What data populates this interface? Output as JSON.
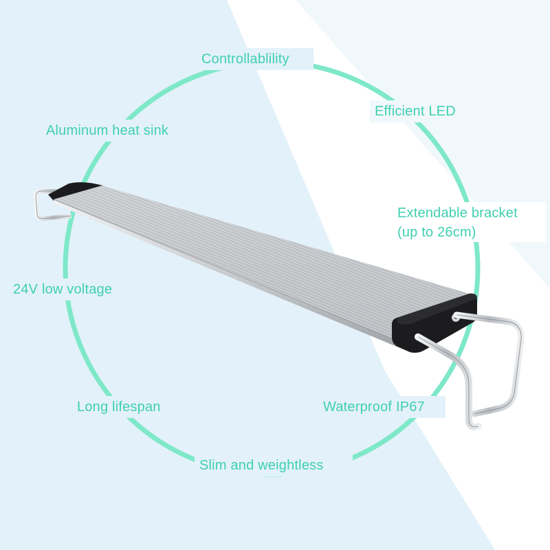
{
  "colors": {
    "background": "#e3f1fa",
    "background_white": "#ffffff",
    "ring": "#7ee8c8",
    "text": "#3fd0b0",
    "lamp_surface": "#c4c8cc",
    "bracket_metal": "#d9dde0",
    "end_cap": "#1c1c1e"
  },
  "features": {
    "controllability": "Controllablility",
    "efficient_led": "Efficient LED",
    "aluminum_heat_sink": "Aluminum heat sink",
    "extendable_bracket_line1": "Extendable bracket",
    "extendable_bracket_line2": "(up to 26cm)",
    "low_voltage": "24V low voltage",
    "long_lifespan": "Long lifespan",
    "waterproof": "Waterproof IP67",
    "slim": "Slim and weightless"
  }
}
